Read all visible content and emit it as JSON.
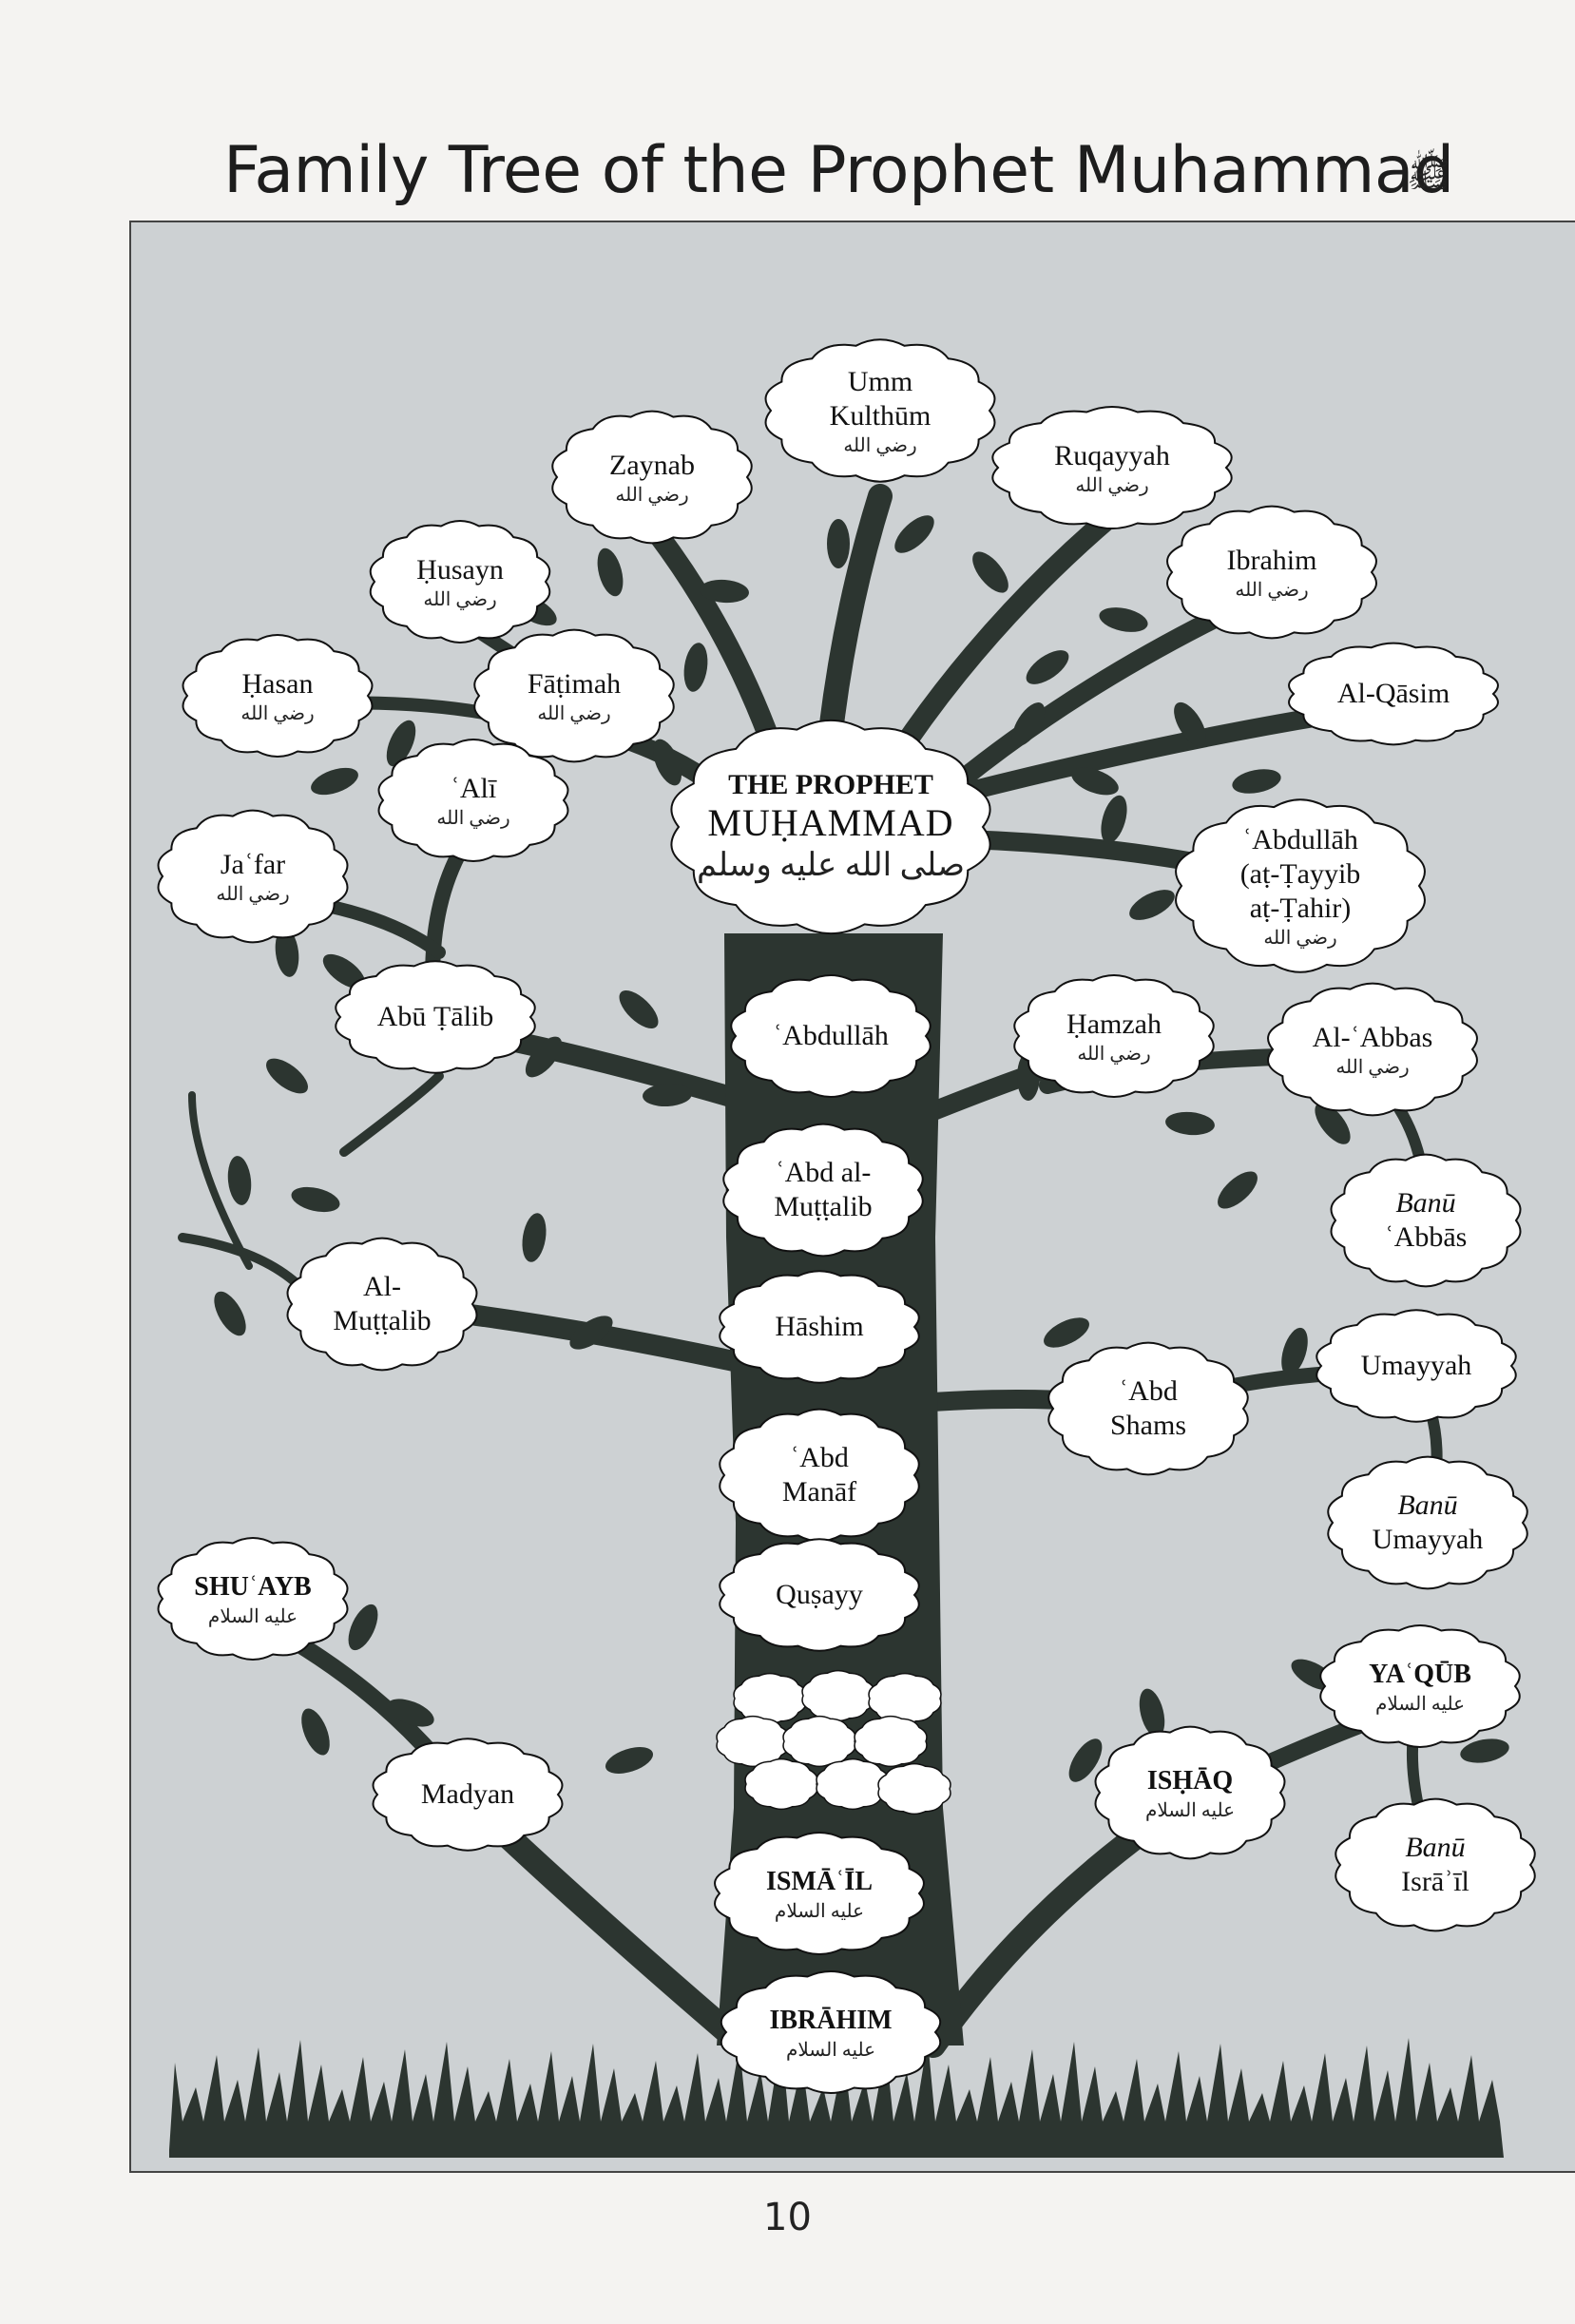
{
  "title": "Family Tree of the Prophet Muhammad",
  "title_honorific": "ﷺ",
  "page_number": "10",
  "colors": {
    "tree": "#2c3530",
    "background": "#cdd1d3",
    "cloud": "#ffffff",
    "border": "#444444"
  },
  "honorifics": {
    "ra": "رضي الله",
    "as": "عليه السلام"
  },
  "prophet": {
    "line1": "THE PROPHET",
    "line2": "MUḤAMMAD",
    "honorific": "صلى الله عليه وسلم"
  },
  "nodes": [
    {
      "id": "umm-kulthum",
      "label": "Umm\nKulthūm",
      "honorific": "ra"
    },
    {
      "id": "zaynab",
      "label": "Zaynab",
      "honorific": "ra"
    },
    {
      "id": "ruqayyah",
      "label": "Ruqayyah",
      "honorific": "ra"
    },
    {
      "id": "husayn",
      "label": "Ḥusayn",
      "honorific": "ra"
    },
    {
      "id": "ibrahim-son",
      "label": "Ibrahim",
      "honorific": "ra"
    },
    {
      "id": "hasan",
      "label": "Ḥasan",
      "honorific": "ra"
    },
    {
      "id": "fatimah",
      "label": "Fāṭimah",
      "honorific": "ra"
    },
    {
      "id": "al-qasim",
      "label": "Al-Qāsim",
      "honorific": ""
    },
    {
      "id": "ali",
      "label": "ʿAlī",
      "honorific": "ra"
    },
    {
      "id": "jafar",
      "label": "Jaʿfar",
      "honorific": "ra"
    },
    {
      "id": "abdullah-son",
      "label": "ʿAbdullāh\n(aṭ-Ṭayyib\naṭ-Ṭahir)",
      "honorific": "ra"
    },
    {
      "id": "abu-talib",
      "label": "Abū Ṭālib",
      "honorific": ""
    },
    {
      "id": "abdullah",
      "label": "ʿAbdullāh",
      "honorific": ""
    },
    {
      "id": "hamzah",
      "label": "Ḥamzah",
      "honorific": "ra"
    },
    {
      "id": "al-abbas",
      "label": "Al-ʿAbbas",
      "honorific": "ra"
    },
    {
      "id": "abd-al-muttalib",
      "label": "ʿAbd al-\nMuṭṭalib",
      "honorific": ""
    },
    {
      "id": "banu-abbas",
      "label": "Banū\nʿAbbās",
      "honorific": "",
      "italic_first": true
    },
    {
      "id": "al-muttalib",
      "label": "Al-\nMuṭṭalib",
      "honorific": ""
    },
    {
      "id": "hashim",
      "label": "Hāshim",
      "honorific": ""
    },
    {
      "id": "umayyah",
      "label": "Umayyah",
      "honorific": ""
    },
    {
      "id": "abd-shams",
      "label": "ʿAbd\nShams",
      "honorific": ""
    },
    {
      "id": "abd-manaf",
      "label": "ʿAbd\nManāf",
      "honorific": ""
    },
    {
      "id": "banu-umayyah",
      "label": "Banū\nUmayyah",
      "honorific": "",
      "italic_first": true
    },
    {
      "id": "shuayb",
      "label": "SHUʿAYB",
      "honorific": "as",
      "caps": true
    },
    {
      "id": "qusayy",
      "label": "Quṣayy",
      "honorific": ""
    },
    {
      "id": "yaqub",
      "label": "YAʿQŪB",
      "honorific": "as",
      "caps": true
    },
    {
      "id": "madyan",
      "label": "Madyan",
      "honorific": ""
    },
    {
      "id": "ishaq",
      "label": "ISḤĀQ",
      "honorific": "as",
      "caps": true
    },
    {
      "id": "banu-israil",
      "label": "Banū\nIsrāʾīl",
      "honorific": "",
      "italic_first": true
    },
    {
      "id": "ismail",
      "label": "ISMĀʿĪL",
      "honorific": "as",
      "caps": true
    },
    {
      "id": "ibrahim",
      "label": "IBRĀHIM",
      "honorific": "as",
      "caps": true
    }
  ]
}
